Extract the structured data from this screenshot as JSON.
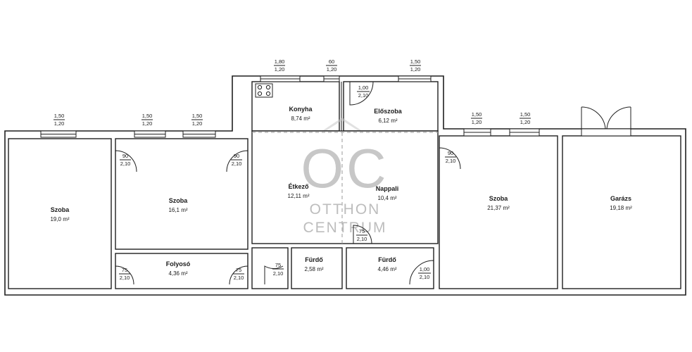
{
  "rooms": {
    "szoba1": {
      "name": "Szoba",
      "area": "19,0 m²"
    },
    "szoba2": {
      "name": "Szoba",
      "area": "16,1 m²"
    },
    "folyoso": {
      "name": "Folyosó",
      "area": "4,36 m²"
    },
    "konyha": {
      "name": "Konyha",
      "area": "8,74 m²"
    },
    "eloszoba": {
      "name": "Előszoba",
      "area": "6,12 m²"
    },
    "etkezo": {
      "name": "Étkező",
      "area": "12,11 m²"
    },
    "nappali": {
      "name": "Nappali",
      "area": "10,4 m²"
    },
    "furdo1": {
      "name": "Fürdő",
      "area": "2,58 m²"
    },
    "furdo2": {
      "name": "Fürdő",
      "area": "4,46 m²"
    },
    "szoba3": {
      "name": "Szoba",
      "area": "21,37 m²"
    },
    "garazs": {
      "name": "Garázs",
      "area": "19,18 m²"
    }
  },
  "windows": [
    {
      "id": "w1",
      "width": "1,50",
      "height": "1,20"
    },
    {
      "id": "w2",
      "width": "1,50",
      "height": "1,20"
    },
    {
      "id": "w3",
      "width": "1,50",
      "height": "1,20"
    },
    {
      "id": "w4",
      "width": "1,80",
      "height": "1,20"
    },
    {
      "id": "w5",
      "width": "60",
      "height": "1,20"
    },
    {
      "id": "w6",
      "width": "1,50",
      "height": "1,20"
    },
    {
      "id": "w7",
      "width": "1,50",
      "height": "1,20"
    },
    {
      "id": "w8",
      "width": "1,50",
      "height": "1,20"
    }
  ],
  "doors": [
    {
      "id": "d1",
      "width": "90",
      "height": "2,10"
    },
    {
      "id": "d2",
      "width": "90",
      "height": "2,10"
    },
    {
      "id": "d3",
      "width": "1,00",
      "height": "2,10"
    },
    {
      "id": "d4",
      "width": "90",
      "height": "2,10"
    },
    {
      "id": "d5",
      "width": "75",
      "height": "2,10"
    },
    {
      "id": "d6",
      "width": "75",
      "height": "2,10"
    },
    {
      "id": "d7",
      "width": "75",
      "height": "2,10"
    },
    {
      "id": "d8",
      "width": "75",
      "height": "2,10"
    },
    {
      "id": "d9",
      "width": "1,00",
      "height": "2,10"
    }
  ],
  "watermark": {
    "logo": "OC",
    "line1": "OTTHON",
    "line2": "CENTRUM"
  }
}
